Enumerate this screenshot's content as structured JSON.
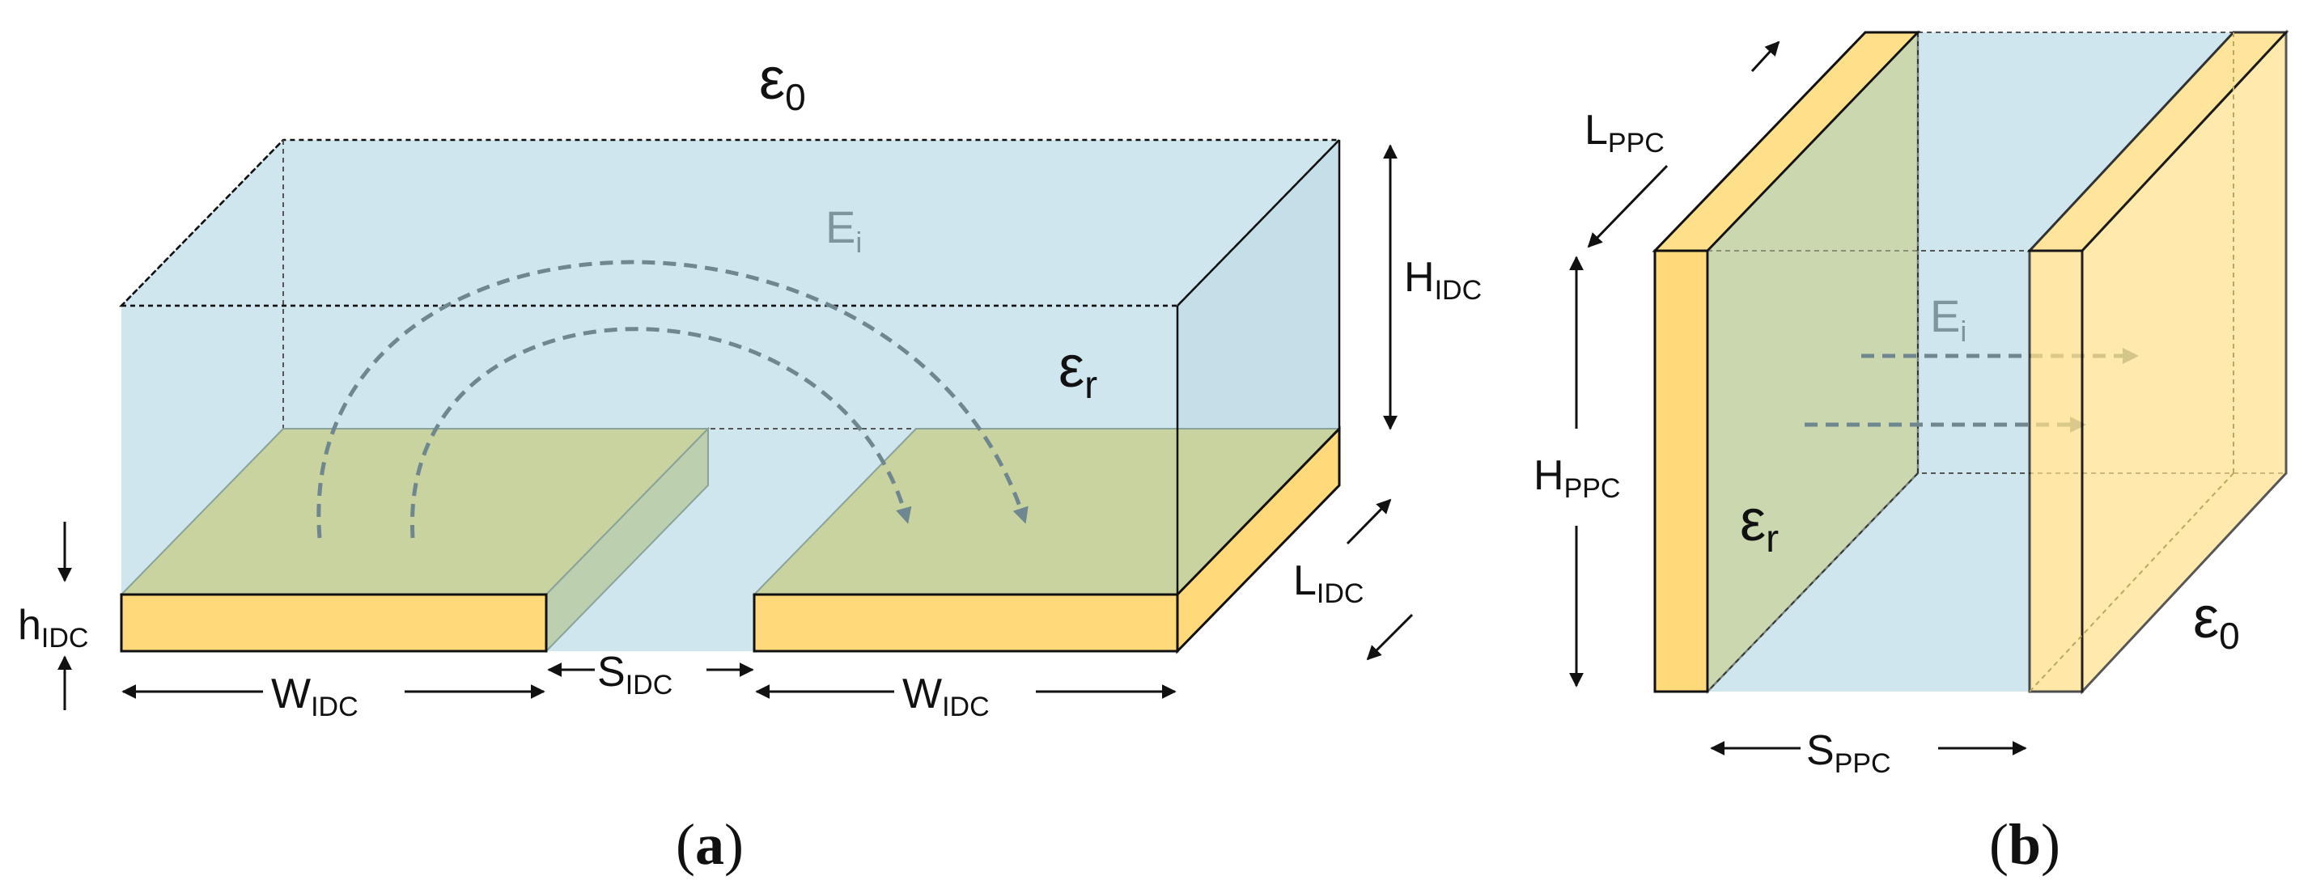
{
  "figure_a": {
    "eps0": {
      "sym": "ε",
      "sub": "0"
    },
    "eps_r": {
      "sym": "ε",
      "sub": "r"
    },
    "field": {
      "sym": "E",
      "sub": "i"
    },
    "height": {
      "sym": "H",
      "sub": "IDC"
    },
    "length": {
      "sym": "L",
      "sub": "IDC"
    },
    "thickness": {
      "sym": "h",
      "sub": "IDC"
    },
    "width_left": {
      "sym": "W",
      "sub": "IDC"
    },
    "width_right": {
      "sym": "W",
      "sub": "IDC"
    },
    "spacing": {
      "sym": "S",
      "sub": "IDC"
    },
    "caption": {
      "open": "(",
      "letter": "a",
      "close": ")"
    }
  },
  "figure_b": {
    "eps0": {
      "sym": "ε",
      "sub": "0"
    },
    "eps_r": {
      "sym": "ε",
      "sub": "r"
    },
    "field": {
      "sym": "E",
      "sub": "i"
    },
    "height": {
      "sym": "H",
      "sub": "PPC"
    },
    "length": {
      "sym": "L",
      "sub": "PPC"
    },
    "spacing": {
      "sym": "S",
      "sub": "PPC"
    },
    "caption": {
      "open": "(",
      "letter": "b",
      "close": ")"
    }
  },
  "colors": {
    "dielectric": "#cfe6ee",
    "electrode_top": "#c9d39f",
    "electrode_front": "#ffd97a",
    "plate": "#ffe08a",
    "field_line": "#7f959e"
  }
}
